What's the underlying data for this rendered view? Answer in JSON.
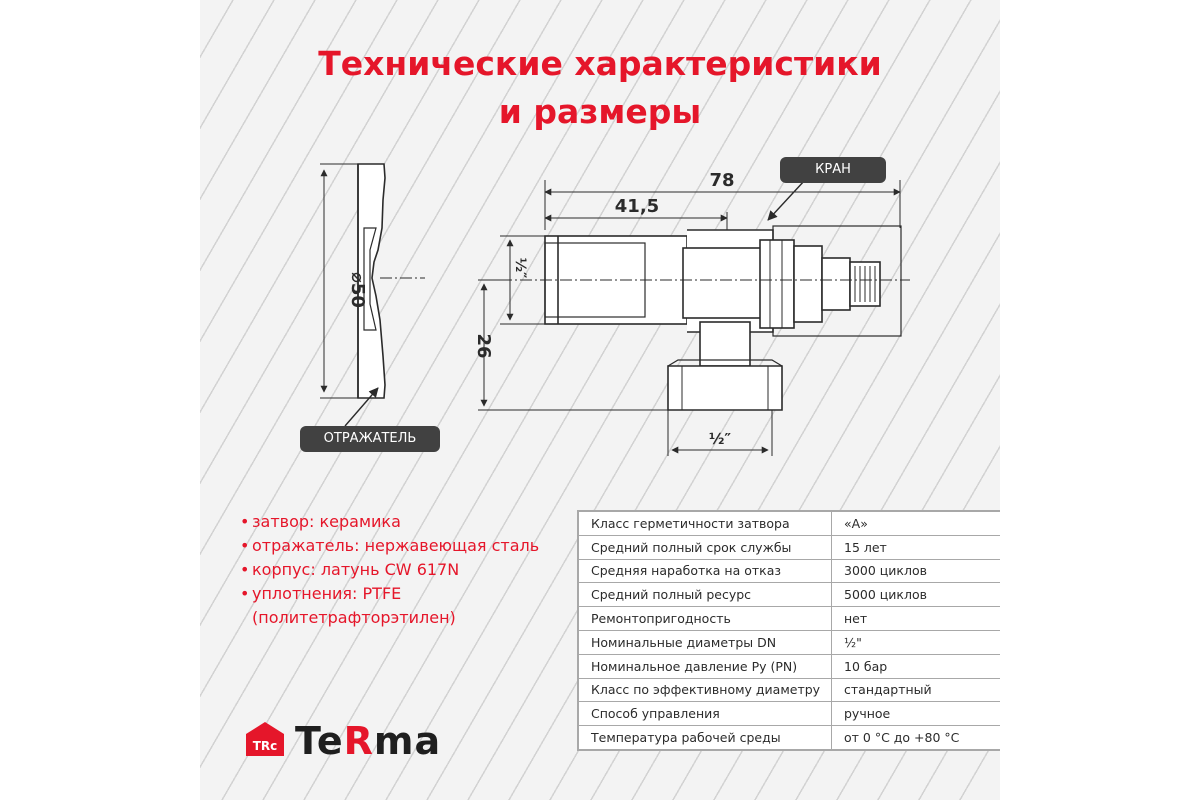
{
  "title": {
    "line1": "Технические характеристики",
    "line2": "и размеры"
  },
  "drawing": {
    "dims": {
      "d50": "⌀50",
      "d78": "78",
      "d41": "41,5",
      "d26": "26",
      "half_left": "½″",
      "half_bottom": "½″"
    },
    "callouts": {
      "kran": "КРАН",
      "reflector": "ОТРАЖАТЕЛЬ"
    }
  },
  "features": [
    {
      "bullet": "•",
      "text": "затвор: керамика"
    },
    {
      "bullet": "•",
      "text": "отражатель: нержавеющая сталь"
    },
    {
      "bullet": "•",
      "text": "корпус: латунь CW 617N"
    },
    {
      "bullet": "•",
      "text": "уплотнения: PTFE",
      "tail": "(политетрафторэтилен)"
    }
  ],
  "specs": [
    {
      "param": "Класс герметичности затвора",
      "value": "«А»"
    },
    {
      "param": "Средний полный срок службы",
      "value": "15 лет"
    },
    {
      "param": "Средняя наработка на отказ",
      "value": "3000 циклов"
    },
    {
      "param": "Средний полный ресурс",
      "value": "5000 циклов"
    },
    {
      "param": "Ремонтопригодность",
      "value": "нет"
    },
    {
      "param": "Номинальные диаметры DN",
      "value": "½\""
    },
    {
      "param": "Номинальное давление Ру (PN)",
      "value": "10 бар"
    },
    {
      "param": "Класс по эффективному диаметру",
      "value": "стандартный"
    },
    {
      "param": "Способ управления",
      "value": "ручное"
    },
    {
      "param": "Температура рабочей среды",
      "value": "от 0 °C до +80 °C"
    }
  ],
  "logo": {
    "badge": "TRc",
    "part1": "Te",
    "part2": "R",
    "part3": "ma"
  },
  "colors": {
    "accent": "#e5162a",
    "dark": "#414141",
    "background": "#f3f3f3"
  }
}
